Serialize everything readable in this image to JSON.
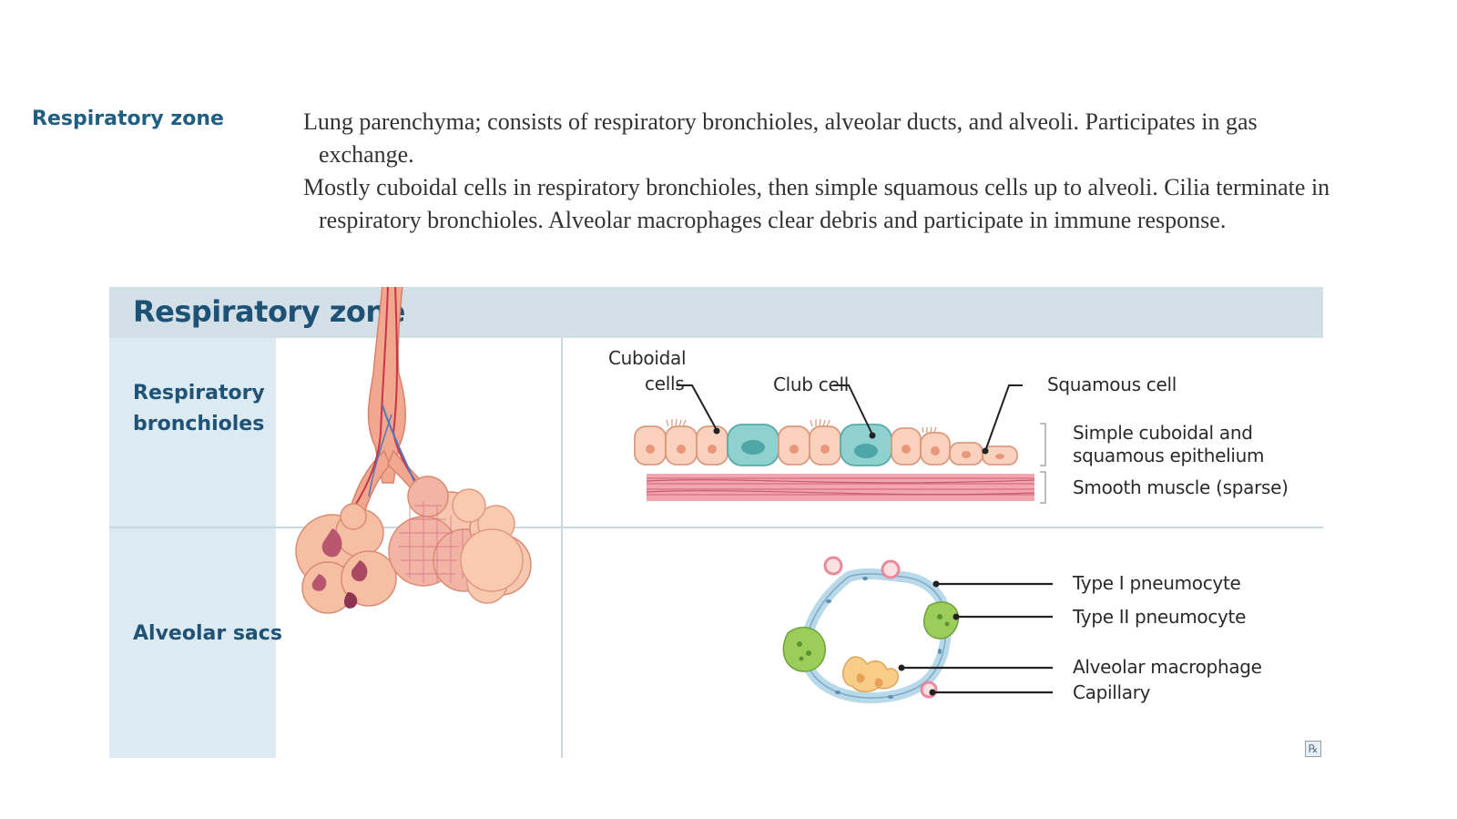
{
  "section": {
    "label": "Respiratory zone",
    "description": [
      "Lung parenchyma; consists of respiratory bronchioles, alveolar ducts, and alveoli. Participates in gas exchange.",
      "Mostly cuboidal cells in respiratory bronchioles, then simple squamous cells up to alveoli. Cilia terminate in respiratory bronchioles. Alveolar macrophages clear debris and participate in immune response."
    ]
  },
  "figure": {
    "title": "Respiratory zone",
    "rows": {
      "bronchioles": "Respiratory bronchioles",
      "alveolar": "Alveolar sacs"
    },
    "labels": {
      "cuboidal_cells_1": "Cuboidal",
      "cuboidal_cells_2": "cells",
      "club_cell": "Club cell",
      "squamous_cell": "Squamous cell",
      "epithelium_1": "Simple cuboidal and",
      "epithelium_2": "squamous epithelium",
      "smooth_muscle": "Smooth muscle (sparse)",
      "type1": "Type I pneumocyte",
      "type2": "Type II pneumocyte",
      "macrophage": "Alveolar macrophage",
      "capillary": "Capillary"
    },
    "badge": "℞"
  },
  "colors": {
    "heading_blue": "#1f5f82",
    "header_band": "#d3e0e8",
    "side_column": "#dceaf2",
    "cell_peach": "#f7c9b0",
    "club_teal": "#7cc9c8",
    "muscle_pink": "#e98a93",
    "pneumocyte_green": "#9ccc5a",
    "macrophage_orange": "#f5c77e"
  }
}
